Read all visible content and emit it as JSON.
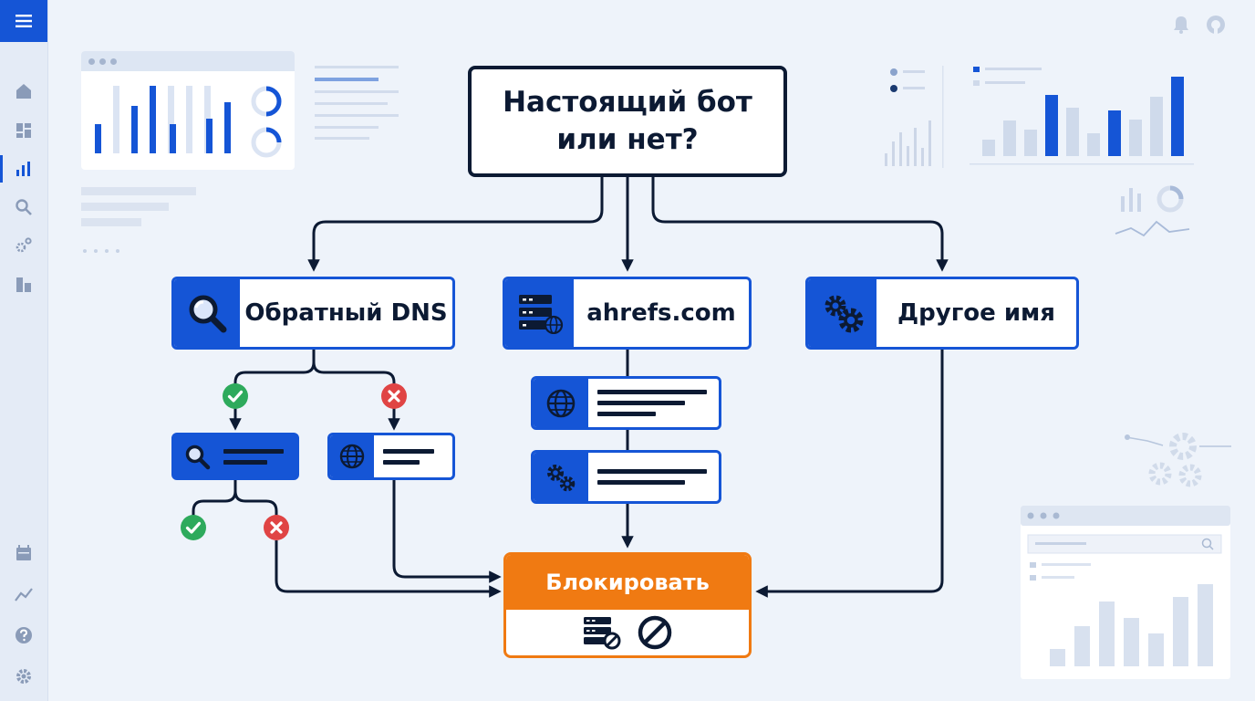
{
  "diagram": {
    "question": "Настоящий бот или нет?",
    "branches": [
      {
        "label": "Обратный DNS",
        "icon": "magnifier-icon"
      },
      {
        "label": "ahrefs.com",
        "icon": "server-globe-icon"
      },
      {
        "label": "Другое имя",
        "icon": "gears-icon"
      }
    ],
    "result": {
      "label": "Блокировать",
      "icons": [
        "server-blocked-icon",
        "prohibited-icon"
      ]
    },
    "colors": {
      "primary": "#1555d6",
      "dark": "#0c1a33",
      "block": "#f07a12",
      "success": "#2eaa5c",
      "fail": "#e04444"
    }
  }
}
